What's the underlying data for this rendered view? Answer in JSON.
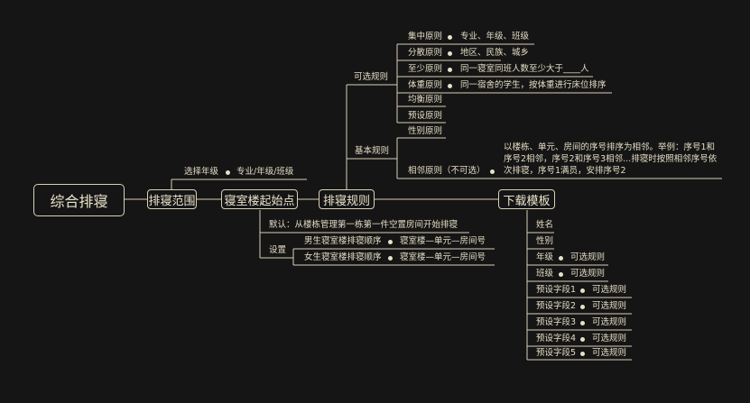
{
  "root": "综合排寝",
  "range": {
    "label": "排寝范围",
    "child_label": "选择年级",
    "child_value": "专业/年级/班级"
  },
  "start": {
    "label": "寝室楼起始点",
    "default_text": "默认：从楼栋管理第一栋第一件空置房间开始排寝",
    "setting_label": "设置",
    "items": [
      {
        "label": "男生寝室楼排寝顺序",
        "value": "寝室楼—单元—房间号"
      },
      {
        "label": "女生寝室楼排寝顺序",
        "value": "寝室楼—单元—房间号"
      }
    ]
  },
  "rules": {
    "label": "排寝规则",
    "optional": {
      "label": "可选规则",
      "items": [
        {
          "label": "集中原则",
          "value": "专业、年级、班级"
        },
        {
          "label": "分散原则",
          "value": "地区、民族、城乡"
        },
        {
          "label": "至少原则",
          "value": "同一寝室同班人数至少大于____人"
        },
        {
          "label": "体重原则",
          "value": "同一宿舍的学生，按体重进行床位排序"
        },
        {
          "label": "均衡原则",
          "value": ""
        },
        {
          "label": "预设原则",
          "value": ""
        }
      ]
    },
    "basic": {
      "label": "基本规则",
      "gender": "性别原则",
      "adjacent_label": "相邻原则（不可选）",
      "adjacent_lines": [
        "以楼栋、单元、房间的序号排序为相邻。举例：序号1和",
        "序号2相邻，序号2和序号3相邻...排寝时按照相邻序号依",
        "次排寝，序号1满员，安排序号2"
      ]
    }
  },
  "download": {
    "label": "下载模板",
    "fields": [
      {
        "label": "姓名",
        "value": ""
      },
      {
        "label": "性别",
        "value": ""
      },
      {
        "label": "年级",
        "value": "可选规则"
      },
      {
        "label": "班级",
        "value": "可选规则"
      },
      {
        "label": "预设字段1",
        "value": "可选规则"
      },
      {
        "label": "预设字段2",
        "value": "可选规则"
      },
      {
        "label": "预设字段3",
        "value": "可选规则"
      },
      {
        "label": "预设字段4",
        "value": "可选规则"
      },
      {
        "label": "预设字段5",
        "value": "可选规则"
      }
    ]
  }
}
